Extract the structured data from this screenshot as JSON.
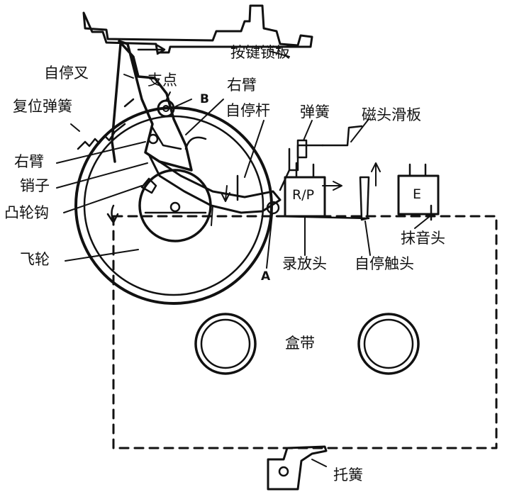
{
  "labels": {
    "key_lock_plate": "按键锁板",
    "auto_stop_fork": "自停叉",
    "fulcrum": "支点",
    "point_b": "B",
    "right_arm_top": "右臂",
    "reset_spring": "复位弹簧",
    "auto_stop_lever": "自停杆",
    "spring": "弹簧",
    "head_slide_plate": "磁头滑板",
    "right_arm_left": "右臂",
    "pin": "销子",
    "cam_hook": "凸轮钩",
    "flywheel": "飞轮",
    "rp_head_mark": "R/P",
    "erase_head_mark": "E",
    "erase_head": "抹音头",
    "rec_play_head": "录放头",
    "auto_stop_contact": "自停触头",
    "point_a": "A",
    "cassette": "盒带",
    "bracket": "托簧"
  },
  "colors": {
    "ink": "#111111",
    "paper": "#ffffff"
  }
}
